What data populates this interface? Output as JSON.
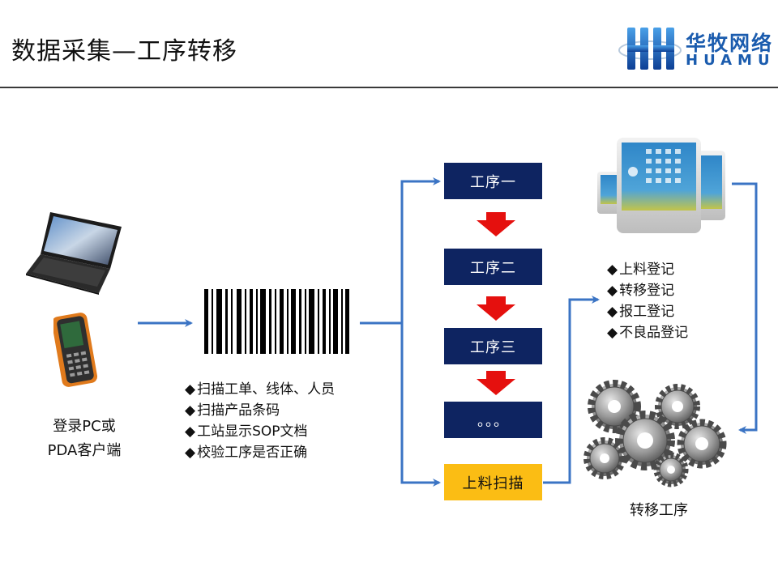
{
  "header": {
    "title": "数据采集—工序转移",
    "logo_cn": "华牧网络",
    "logo_en": "HUAMU"
  },
  "colors": {
    "navy_box": "#0e2461",
    "yellow_box": "#fbbd14",
    "connector_blue": "#3b74c4",
    "arrow_red": "#e5100e"
  },
  "client": {
    "caption_line1": "登录PC或",
    "caption_line2": "PDA客户端"
  },
  "barcode_actions": [
    "扫描工单、线体、人员",
    "扫描产品条码",
    "工站显示SOP文档",
    "校验工序是否正确"
  ],
  "processes": [
    {
      "label": "工序一",
      "style": "navy"
    },
    {
      "label": "工序二",
      "style": "navy"
    },
    {
      "label": "工序三",
      "style": "navy"
    },
    {
      "label": "。。。",
      "style": "navy"
    },
    {
      "label": "上料扫描",
      "style": "yellow"
    }
  ],
  "registrations": [
    "上料登记",
    "转移登记",
    "报工登记",
    "不良品登记"
  ],
  "gears_caption": "转移工序",
  "bullet_glyph": "◆",
  "icons": [
    "laptop-icon",
    "pda-icon",
    "barcode-icon",
    "touch-terminal-icon",
    "gears-icon",
    "red-down-arrow-icon",
    "logo-icon"
  ]
}
